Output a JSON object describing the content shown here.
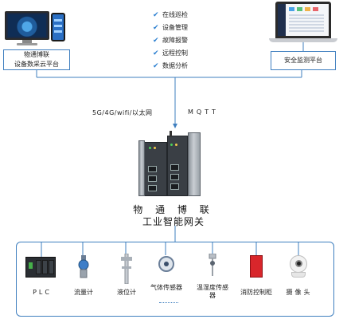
{
  "platform_left": {
    "line1": "物通博联",
    "line2": "设备数采云平台"
  },
  "platform_right": {
    "label": "安全监测平台"
  },
  "features": [
    "在线巡检",
    "设备管理",
    "故障报警",
    "远程控制",
    "数据分析"
  ],
  "network": {
    "left": "5G/4G/wifi/以太网",
    "right": "MQTT"
  },
  "gateway": {
    "line1": "物 通 博 联",
    "line2": "工业智能网关"
  },
  "devices": [
    {
      "label": "PLC",
      "icon": "plc-icon"
    },
    {
      "label": "流量计",
      "icon": "flowmeter-icon"
    },
    {
      "label": "液位计",
      "icon": "level-gauge-icon"
    },
    {
      "label": "气体传感器",
      "icon": "gas-sensor-icon"
    },
    {
      "label": "温湿度传感器",
      "icon": "temp-humidity-sensor-icon"
    },
    {
      "label": "消防控制柜",
      "icon": "fire-control-cabinet-icon"
    },
    {
      "label": "摄像头",
      "icon": "camera-icon"
    }
  ],
  "colors": {
    "frame": "#3f7fbf",
    "check": "#2b7fd0",
    "cabinet": "#d8262b"
  }
}
